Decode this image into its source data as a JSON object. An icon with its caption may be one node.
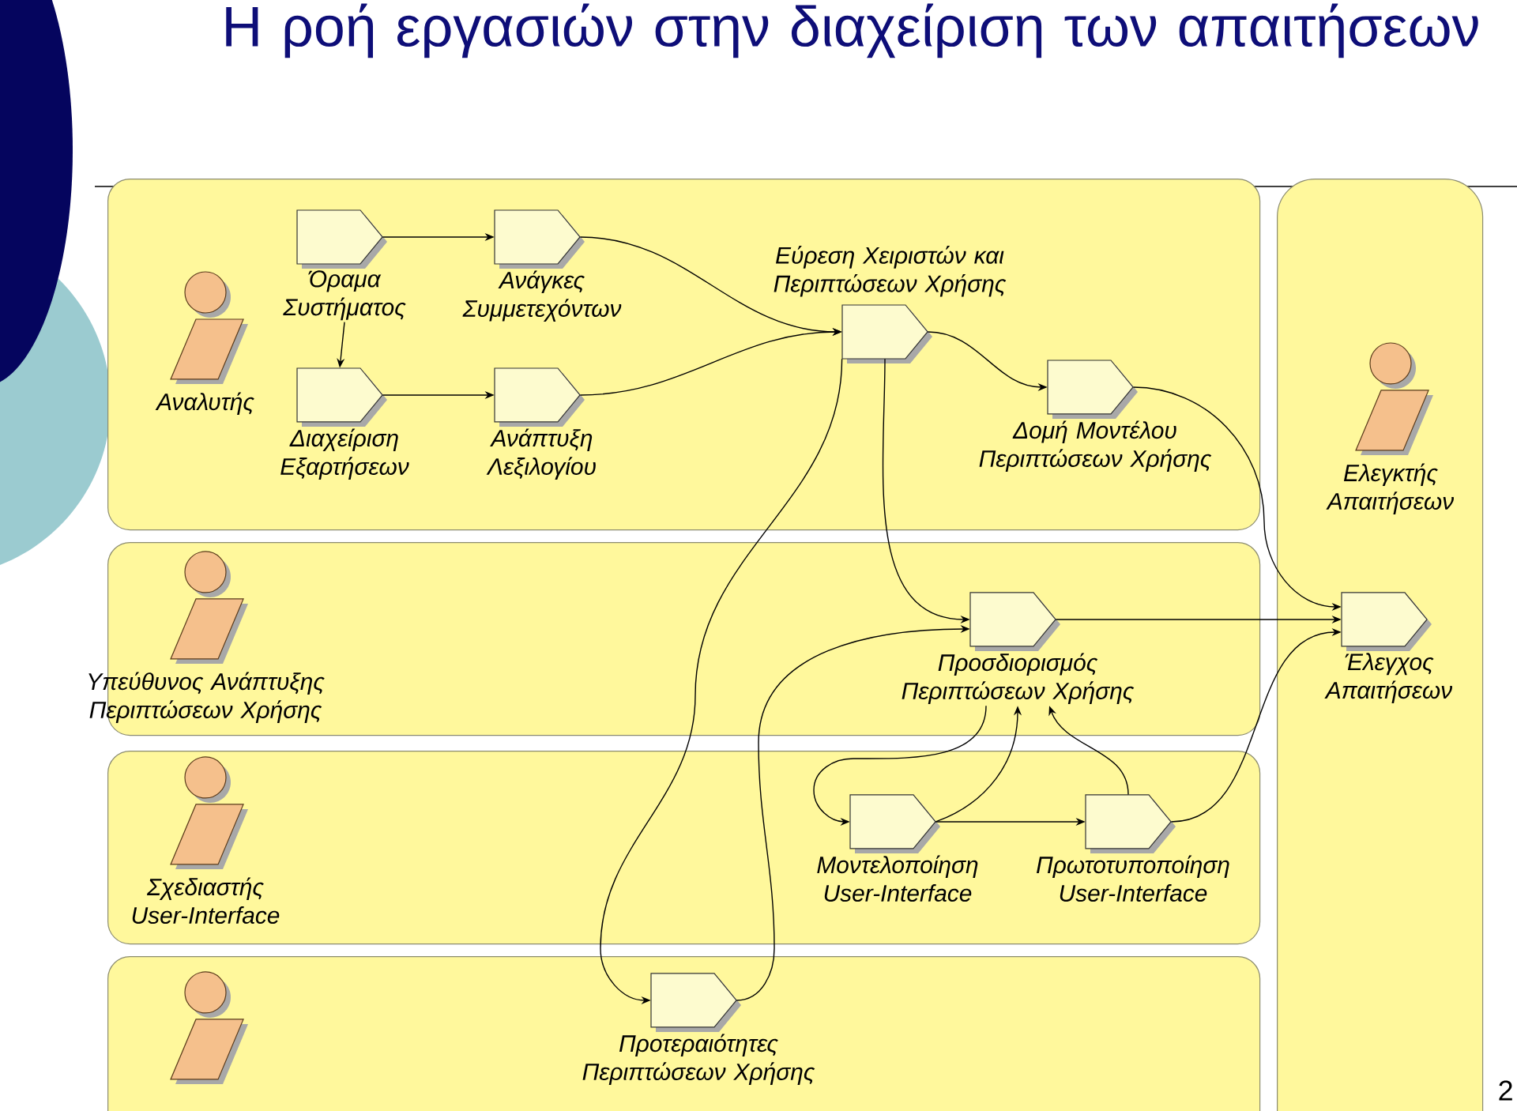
{
  "diagram": {
    "title": "Η ροή εργασιών στην διαχείριση των απαιτήσεων",
    "nodes": [
      {
        "text": [],
        "shape": "band"
      },
      {
        "text": [
          "Αναλυτής"
        ],
        "in": 0
      },
      {
        "text": [
          "Όραμα Συστήματος"
        ],
        "in": 0
      },
      {
        "text": [
          "Ανάγκες Συμμετεχόντων"
        ],
        "in": 0
      },
      {
        "text": [
          "Διαχείριση Εξαρτήσεων"
        ],
        "in": 0
      },
      {
        "text": [
          "Ανάπτυξη Λεξιλογίου"
        ],
        "in": 0
      },
      {
        "text": [
          "Εύρεση Χειριστών και Περιπτώσεων Χρήσης"
        ],
        "in": 0
      },
      {
        "text": [
          "Δομή Μοντέλου Περιπτώσεων Χρήσης"
        ],
        "in": 0
      },
      {
        "text": [],
        "shape": "band"
      },
      {
        "text": [
          "Ελεγκτής Απαιτήσεων"
        ],
        "in": 8
      },
      {
        "text": [
          "Έλεγχος Απαιτήσεων"
        ],
        "in": 8
      },
      {
        "text": [],
        "shape": "band"
      },
      {
        "text": [
          "Υπεύθυνος Ανάπτυξης Περιπτώσεων Χρήσης"
        ],
        "in": 11
      },
      {
        "text": [
          "Προσδιορισμός Περιπτώσεων Χρήσης"
        ],
        "in": 11
      },
      {
        "text": [],
        "shape": "band"
      },
      {
        "text": [
          "Σχεδιαστής User-Interface"
        ],
        "in": 14
      },
      {
        "text": [
          "Μοντελοποίηση User-Interface"
        ],
        "in": 14
      },
      {
        "text": [
          "Πρωτοτυποποίηση User-Interface"
        ],
        "in": 14
      },
      {
        "text": [],
        "shape": "band"
      },
      {
        "text": [],
        "shape": "person",
        "in": 18
      },
      {
        "text": [
          "Προτεραιότητες Περιπτώσεων Χρήσης"
        ],
        "in": 18
      }
    ],
    "edges": [
      {
        "from": 2,
        "to": 3,
        "arrow": "to"
      },
      {
        "from": 2,
        "to": 4,
        "arrow": "to"
      },
      {
        "from": 4,
        "to": 5,
        "arrow": "to"
      },
      {
        "from": 3,
        "to": 6,
        "arrow": "to"
      },
      {
        "from": 5,
        "to": 6,
        "arrow": "to"
      },
      {
        "from": 6,
        "to": 7,
        "arrow": "to"
      },
      {
        "from": 6,
        "to": 13,
        "arrow": "to"
      },
      {
        "from": 6,
        "to": 20,
        "arrow": "to"
      },
      {
        "from": 7,
        "to": 10,
        "arrow": "to"
      },
      {
        "from": 13,
        "to": 10,
        "arrow": "to"
      },
      {
        "from": 13,
        "to": 16,
        "arrow": "to"
      },
      {
        "from": 16,
        "to": 13,
        "arrow": "to"
      },
      {
        "from": 16,
        "to": 17,
        "arrow": "to"
      },
      {
        "from": 17,
        "to": 13,
        "arrow": "to"
      },
      {
        "from": 17,
        "to": 10,
        "arrow": "to"
      },
      {
        "from": 20,
        "to": 13,
        "arrow": "to"
      }
    ],
    "labels": [
      "2"
    ]
  }
}
